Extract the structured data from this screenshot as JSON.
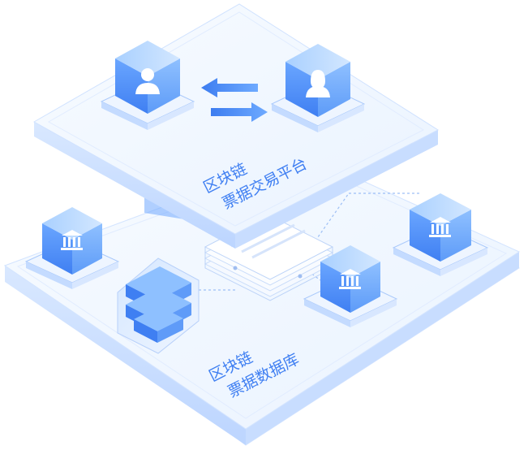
{
  "diagram": {
    "top_platform": {
      "label_line1": "区块链",
      "label_line2": "票据交易平台",
      "nodes": [
        {
          "icon": "male-user-icon"
        },
        {
          "icon": "female-user-icon"
        }
      ],
      "connector_icon": "exchange-arrows-icon"
    },
    "bottom_platform": {
      "label_line1": "区块链",
      "label_line2": "票据数据库",
      "nodes": [
        {
          "icon": "bank-icon"
        },
        {
          "icon": "bank-icon"
        },
        {
          "icon": "bank-icon"
        }
      ],
      "storage_icon": "database-stack-icon",
      "center_icon": "ledger-stack-icon"
    },
    "colors": {
      "accent": "#4a8df8",
      "cube_front": "#4e8ef9",
      "cube_top": "#8fc2ff",
      "platform_face": "#f3f8ff",
      "platform_edge": "#cfe1ff",
      "label": "#3f7ff2"
    }
  }
}
